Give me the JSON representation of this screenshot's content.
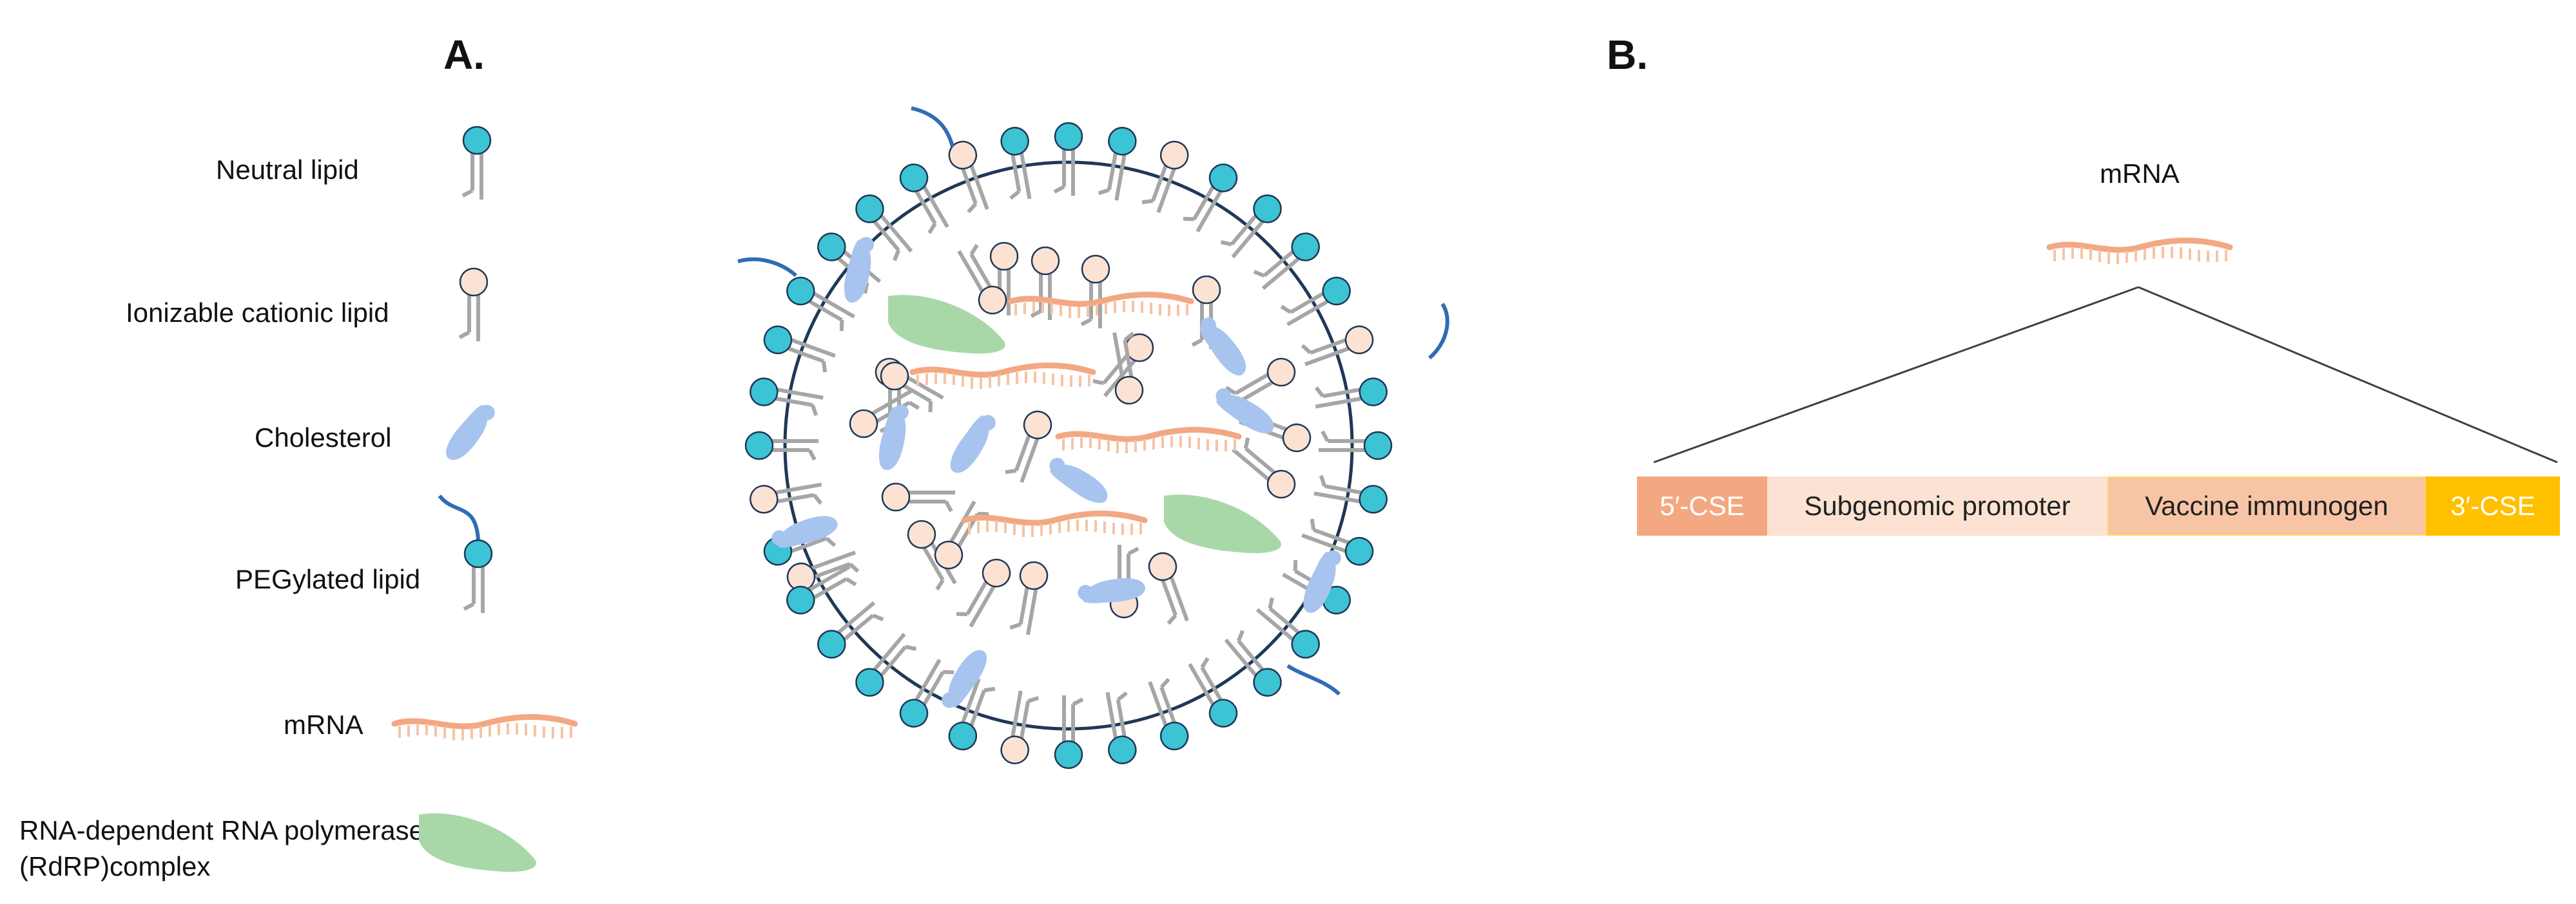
{
  "panels": {
    "a": "A.",
    "b": "B."
  },
  "legend": [
    {
      "id": "neutral",
      "label": "Neutral lipid",
      "icon": "neutral-lipid-icon"
    },
    {
      "id": "ionizable",
      "label": "Ionizable cationic lipid",
      "icon": "ionizable-lipid-icon"
    },
    {
      "id": "cholesterol",
      "label": "Cholesterol",
      "icon": "cholesterol-icon"
    },
    {
      "id": "peg",
      "label": "PEGylated lipid",
      "icon": "pegylated-lipid-icon"
    },
    {
      "id": "mrna",
      "label": "mRNA",
      "icon": "mrna-icon"
    },
    {
      "id": "rdrp",
      "label": "RNA-dependent RNA polymerase (RdRP)complex",
      "icon": "rdrp-icon"
    }
  ],
  "construct": {
    "title": "mRNA",
    "segments": [
      {
        "label": "5′-CSE",
        "color": "#F4A881",
        "text_color": "#ffffff"
      },
      {
        "label": "Subgenomic promoter",
        "color": "#FBE2D3",
        "text_color": "#222222"
      },
      {
        "label": "Vaccine immunogen",
        "color": "#F7C4A5",
        "text_color": "#222222"
      },
      {
        "label": "3′-CSE",
        "color": "#FFC000",
        "text_color": "#ffffff"
      }
    ]
  },
  "colors": {
    "neutral_head": "#3CC3D4",
    "ionizable_head": "#FBE2D3",
    "cholesterol": "#A7C4EE",
    "peg": "#2F6DB5",
    "mrna": "#F2A883",
    "rdrp": "#A8D8A8",
    "membrane": "#1F3858",
    "tail": "#A6A6A6"
  }
}
